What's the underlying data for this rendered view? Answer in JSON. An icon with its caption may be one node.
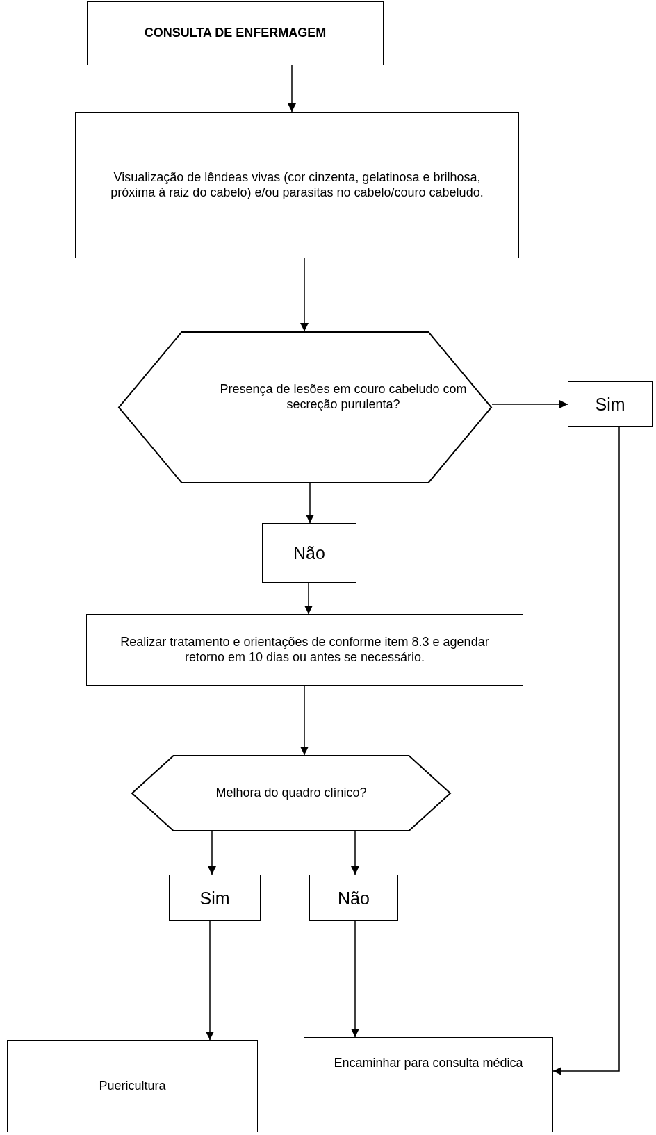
{
  "diagram": {
    "nodes": [
      {
        "text": [
          "CONSULTA DE ENFERMAGEM"
        ]
      },
      {
        "text": [
          "Visualização de lêndeas vivas (cor cinzenta, gelatinosa e brilhosa, próxima à raiz do cabelo) e/ou parasitas no cabelo/couro cabeludo."
        ]
      },
      {
        "text": [
          "Presença de lesões em couro cabeludo com secreção purulenta?"
        ]
      },
      {
        "text": [
          "Sim"
        ]
      },
      {
        "text": [
          "Não"
        ]
      },
      {
        "text": [
          "Realizar tratamento e orientações de conforme item 8.3 e agendar retorno em 10 dias ou antes se necessário."
        ]
      },
      {
        "text": [
          "Melhora do quadro clínico?"
        ]
      },
      {
        "text": [
          "Sim"
        ]
      },
      {
        "text": [
          "Não"
        ]
      },
      {
        "text": [
          "Puericultura"
        ]
      },
      {
        "text": [
          "Encaminhar para consulta médica"
        ]
      }
    ],
    "edges": [
      {
        "from": 0,
        "to": 1,
        "arrow": "to"
      },
      {
        "from": 1,
        "to": 2,
        "arrow": "to"
      },
      {
        "from": 2,
        "to": 3,
        "arrow": "to"
      },
      {
        "from": 2,
        "to": 4,
        "arrow": "to"
      },
      {
        "from": 4,
        "to": 5,
        "arrow": "to"
      },
      {
        "from": 5,
        "to": 6,
        "arrow": "to"
      },
      {
        "from": 6,
        "to": 7,
        "arrow": "to"
      },
      {
        "from": 6,
        "to": 8,
        "arrow": "to"
      },
      {
        "from": 7,
        "to": 9,
        "arrow": "to"
      },
      {
        "from": 8,
        "to": 10,
        "arrow": "to"
      },
      {
        "from": 3,
        "to": 10,
        "arrow": "to"
      }
    ]
  }
}
